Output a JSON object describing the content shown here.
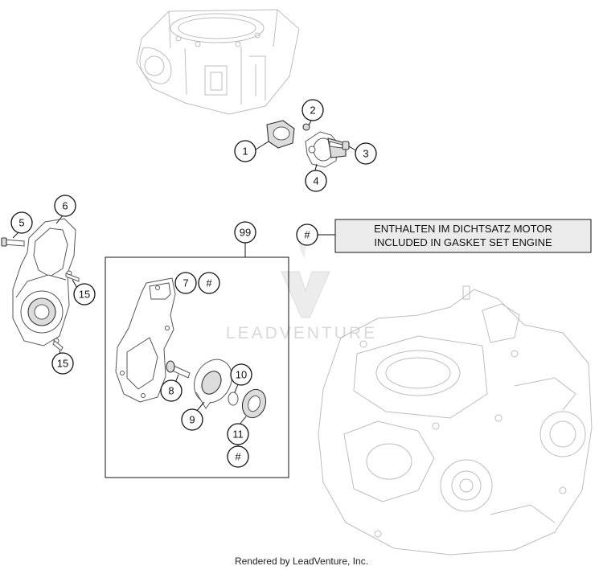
{
  "legend": {
    "symbol": "#",
    "line_de": "ENTHALTEN IM DICHTSATZ MOTOR",
    "line_en": "INCLUDED IN GASKET SET ENGINE"
  },
  "callouts": {
    "c1": "1",
    "c2": "2",
    "c3": "3",
    "c4": "4",
    "c5": "5",
    "c6": "6",
    "c7": "7",
    "c7_hash": "#",
    "c8": "8",
    "c9": "9",
    "c10": "10",
    "c11": "11",
    "c11_hash": "#",
    "c15_top": "15",
    "c15_bottom": "15",
    "c99": "99"
  },
  "watermark": "LEADVENTURE",
  "footer": "Rendered by LeadVenture, Inc."
}
